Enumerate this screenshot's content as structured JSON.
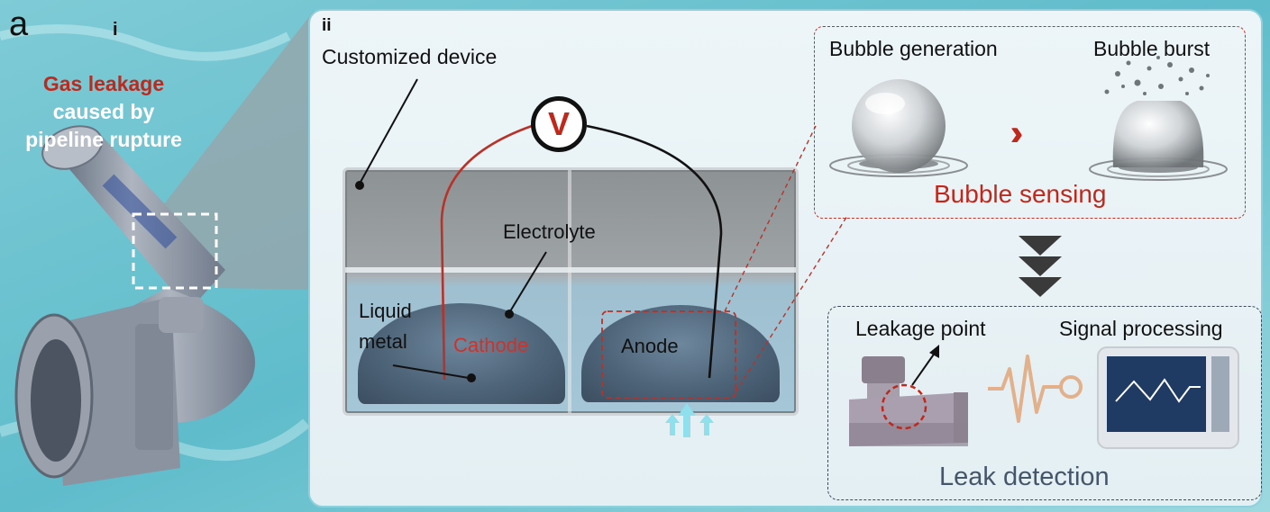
{
  "panel_labels": {
    "a": "a",
    "i": "i",
    "ii": "ii"
  },
  "panel_i": {
    "leak_line1": "Gas leakage",
    "leak_line2": "caused by",
    "leak_line3": "pipeline rupture"
  },
  "panel_ii": {
    "customized_device": "Customized device",
    "electrolyte": "Electrolyte",
    "liquid_metal_line1": "Liquid",
    "liquid_metal_line2": "metal",
    "cathode": "Cathode",
    "anode": "Anode",
    "voltmeter": "V"
  },
  "bubble": {
    "generation": "Bubble generation",
    "burst": "Bubble burst",
    "sensing": "Bubble sensing"
  },
  "leak": {
    "leakage_point": "Leakage point",
    "signal_processing": "Signal processing",
    "detection": "Leak detection"
  },
  "colors": {
    "accent_red": "#c0281c",
    "dark_text": "#111111",
    "leak_text": "#46566a",
    "arrow_blue": "#8fe0ec"
  }
}
